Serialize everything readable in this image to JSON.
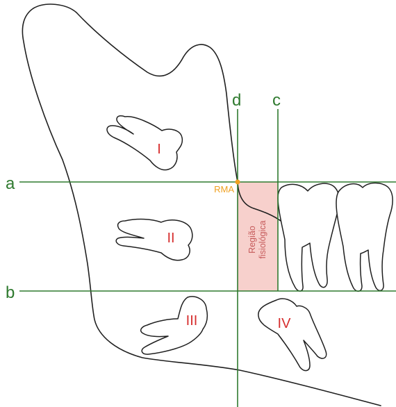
{
  "guide_lines": {
    "a": "a",
    "b": "b",
    "c": "c",
    "d": "d"
  },
  "positions": {
    "I": "I",
    "II": "II",
    "III": "III",
    "IV": "IV"
  },
  "landmark": "RMA",
  "region": {
    "line1": "Região",
    "line2": "fisiológica"
  },
  "colors": {
    "guide": "#2f7a2f",
    "roman": "#d62e2e",
    "landmark": "#f0a020",
    "region_fill": "#f7d0cc",
    "region_text": "#c55a5a",
    "outline": "#1f1f1f"
  }
}
